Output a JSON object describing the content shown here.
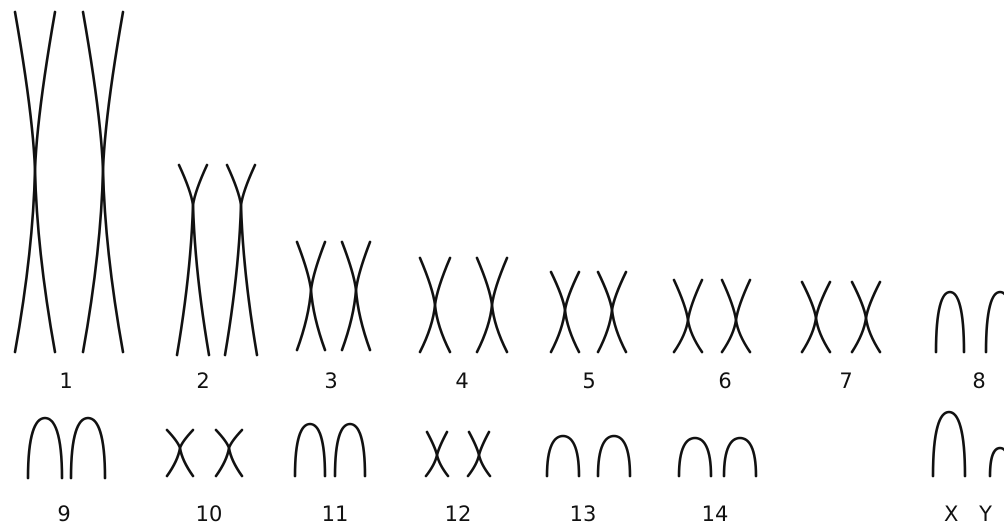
{
  "diagram": {
    "ink_color": "#111111",
    "background": "#ffffff",
    "pairs": [
      {
        "label": "1",
        "shape": "x"
      },
      {
        "label": "2",
        "shape": "x"
      },
      {
        "label": "3",
        "shape": "x"
      },
      {
        "label": "4",
        "shape": "x"
      },
      {
        "label": "5",
        "shape": "x"
      },
      {
        "label": "6",
        "shape": "x"
      },
      {
        "label": "7",
        "shape": "x"
      },
      {
        "label": "8",
        "shape": "arch"
      },
      {
        "label": "9",
        "shape": "arch"
      },
      {
        "label": "10",
        "shape": "x"
      },
      {
        "label": "11",
        "shape": "arch"
      },
      {
        "label": "12",
        "shape": "x"
      },
      {
        "label": "13",
        "shape": "arch"
      },
      {
        "label": "14",
        "shape": "arch"
      },
      {
        "label": "X Y",
        "shape": "arch"
      }
    ]
  }
}
